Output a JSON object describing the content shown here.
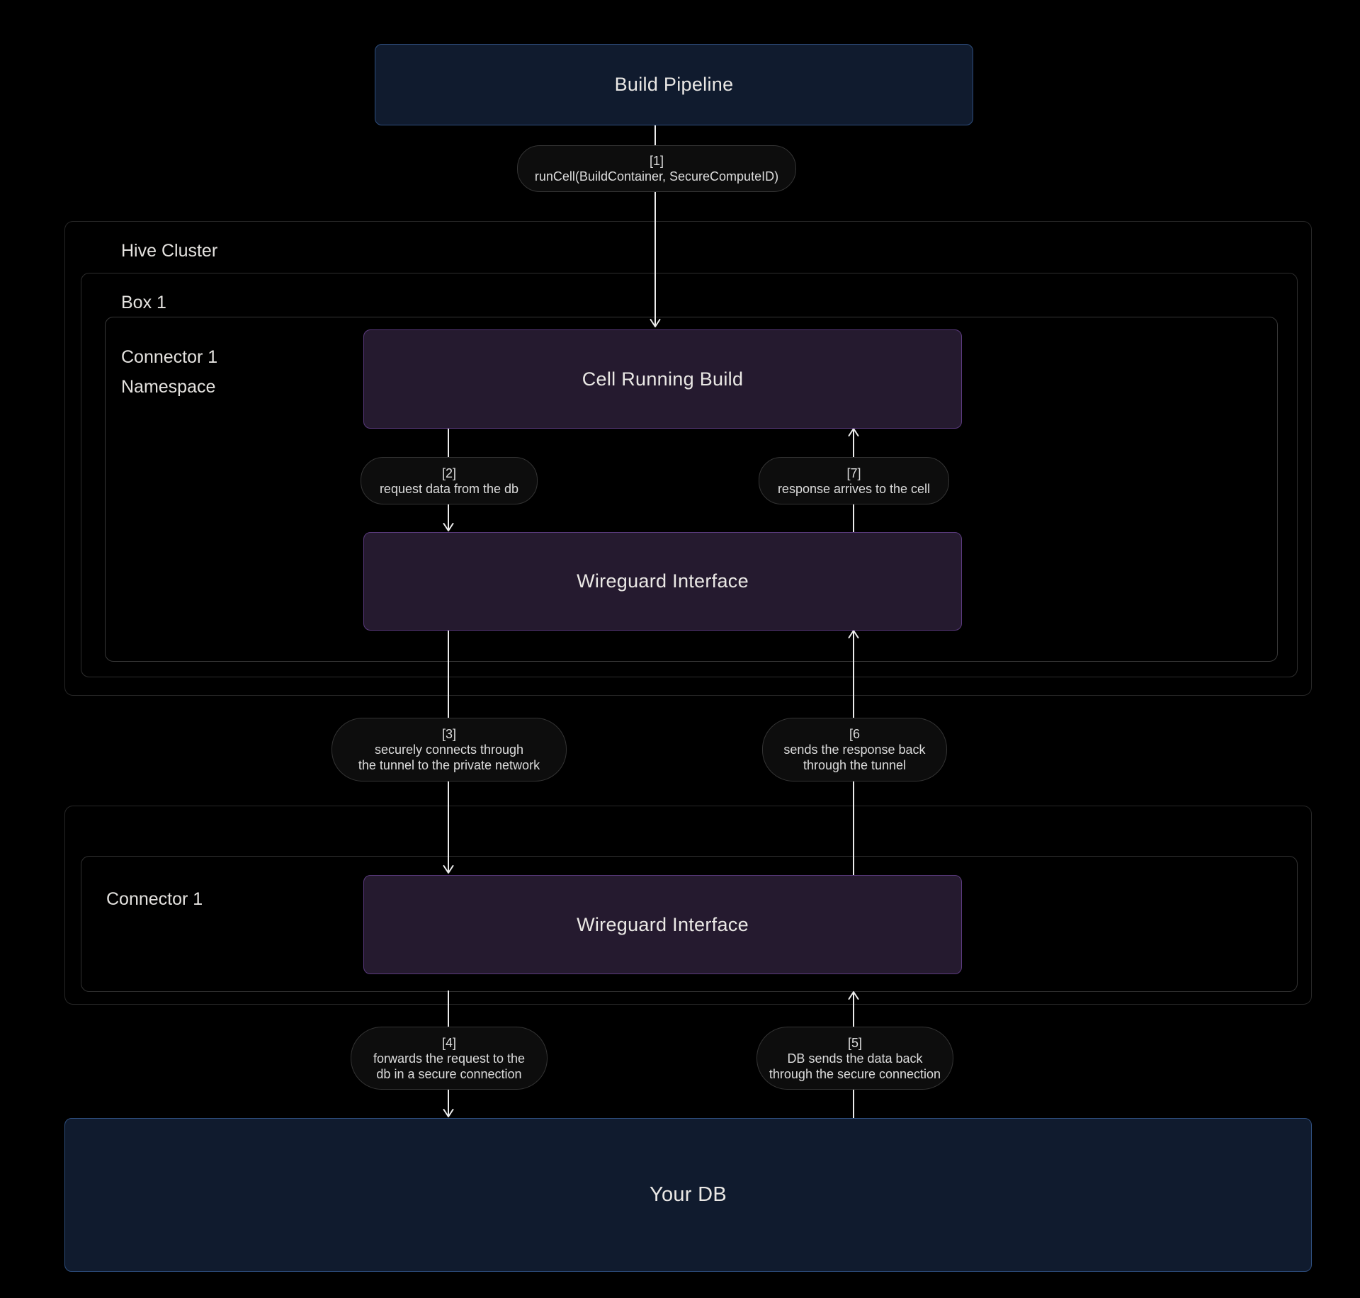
{
  "diagram": {
    "nodes": {
      "build_pipeline": {
        "label": "Build Pipeline"
      },
      "cell_running_build": {
        "label": "Cell Running Build"
      },
      "wireguard_top": {
        "label": "Wireguard Interface"
      },
      "wireguard_bottom": {
        "label": "Wireguard Interface"
      },
      "your_db": {
        "label": "Your DB"
      }
    },
    "containers": {
      "hive_cluster": {
        "label": "Hive Cluster"
      },
      "box1": {
        "label": "Box 1"
      },
      "connector1_namespace": {
        "label_line1": "Connector 1",
        "label_line2": "Namespace"
      },
      "connector1": {
        "label": "Connector 1"
      }
    },
    "edges": {
      "e1": {
        "step": "[1]",
        "line2": "runCell(BuildContainer, SecureComputeID)"
      },
      "e2": {
        "step": "[2]",
        "line2": "request data from the db"
      },
      "e3": {
        "step": "[3]",
        "line2": "securely connects through",
        "line3": "the tunnel to the private network"
      },
      "e4": {
        "step": "[4]",
        "line2": "forwards the request to the",
        "line3": "db in a secure connection"
      },
      "e5": {
        "step": "[5]",
        "line2": "DB sends the data back",
        "line3": "through the secure connection"
      },
      "e6": {
        "step": "[6",
        "line2": "sends the response back",
        "line3": "through the tunnel"
      },
      "e7": {
        "step": "[7]",
        "line2": "response arrives to the cell"
      }
    },
    "colors": {
      "background": "#000000",
      "navy_node_fill": "#101b2e",
      "navy_node_border": "#2e4e7e",
      "purple_node_fill": "#251a2f",
      "purple_node_border": "#5a3a7d",
      "pill_fill": "#0d0d0d",
      "pill_border": "#343434",
      "container_border": "#2e2e2e",
      "edge_line": "#ececec",
      "text": "#eae8e5"
    }
  }
}
